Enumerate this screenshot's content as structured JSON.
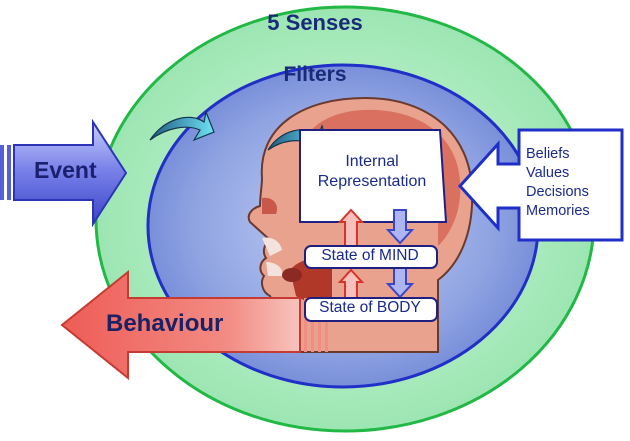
{
  "diagram": {
    "outer_label": "5 Senses",
    "inner_label": "Filters",
    "input_arrow_label": "Event",
    "output_arrow_label": "Behaviour",
    "internal_representation": {
      "line1": "Internal",
      "line2": "Representation"
    },
    "state_of_mind": "State of MIND",
    "state_of_body": "State of BODY",
    "filter_items": [
      "Beliefs",
      "Values",
      "Decisions",
      "Memories"
    ]
  },
  "colors": {
    "outer_ellipse": "#9ee8b4",
    "outer_border": "#22b845",
    "inner_ellipse": "#7f96d8",
    "inner_border": "#1f2fc8",
    "event_arrow": "#4f58d8",
    "behaviour_arrow": "#e25a55",
    "label_text": "#1a2a7a"
  }
}
